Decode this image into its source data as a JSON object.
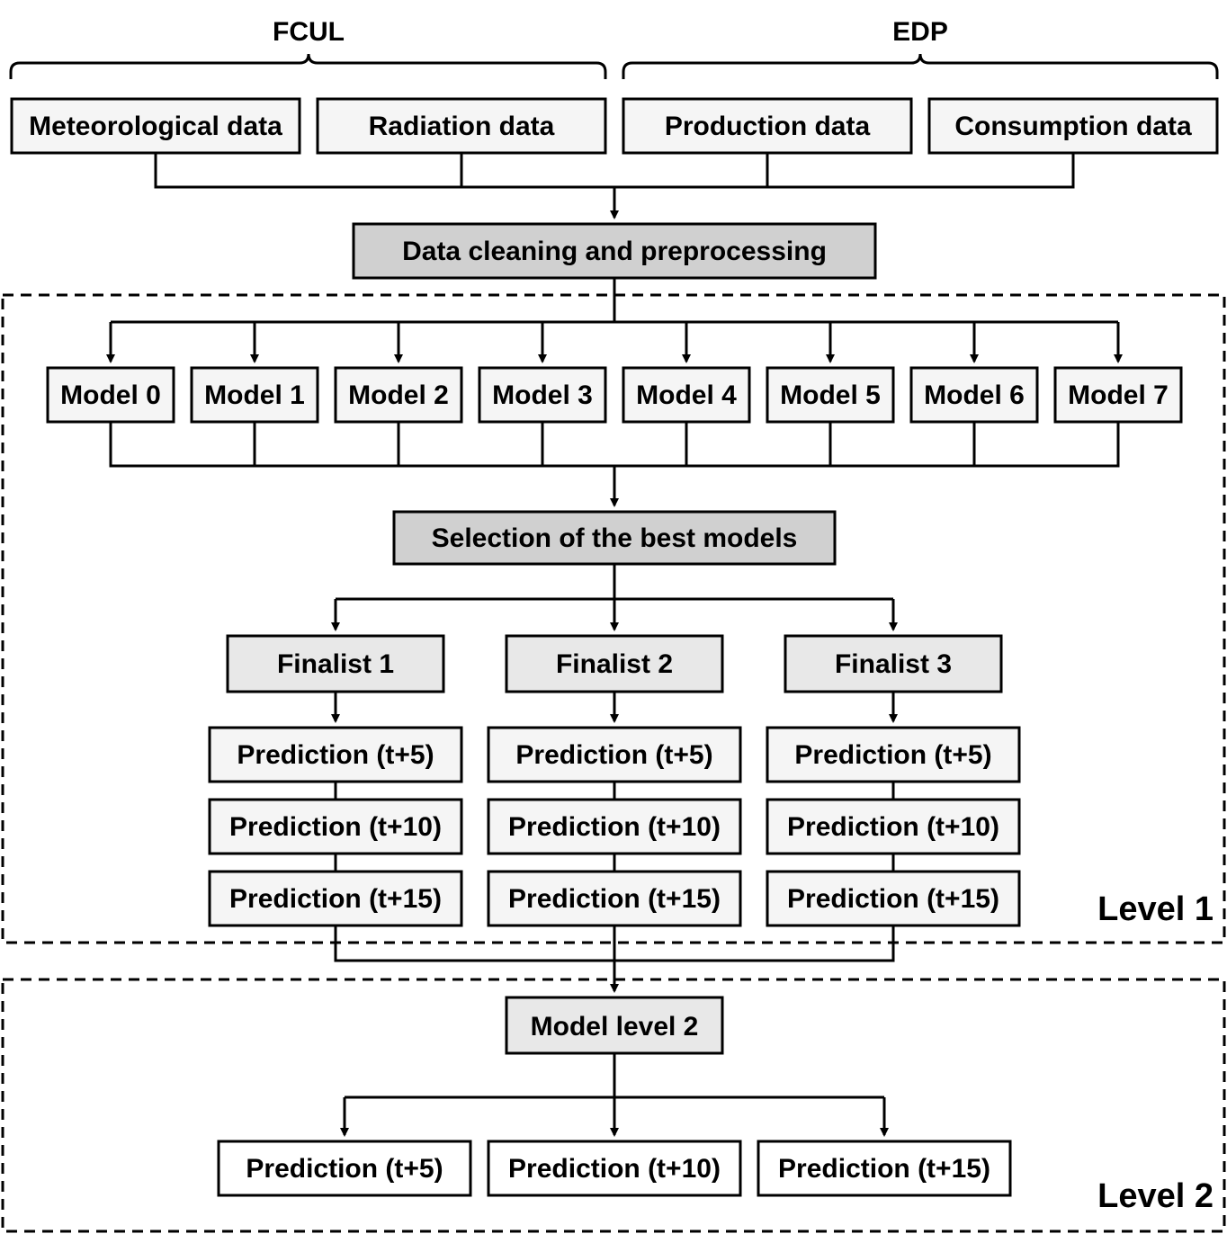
{
  "groups": {
    "fcul": "FCUL",
    "edp": "EDP"
  },
  "sources": [
    "Meteorological data",
    "Radiation data",
    "Production data",
    "Consumption data"
  ],
  "preprocessing": "Data cleaning and preprocessing",
  "models": [
    "Model 0",
    "Model 1",
    "Model 2",
    "Model 3",
    "Model 4",
    "Model 5",
    "Model 6",
    "Model 7"
  ],
  "selection": "Selection of the best models",
  "finalists": [
    "Finalist 1",
    "Finalist 2",
    "Finalist 3"
  ],
  "level1_predictions": [
    "Prediction (t+5)",
    "Prediction (t+10)",
    "Prediction (t+15)"
  ],
  "model_level2": "Model level 2",
  "level2_predictions": [
    "Prediction (t+5)",
    "Prediction (t+10)",
    "Prediction (t+15)"
  ],
  "levels": {
    "level1": "Level 1",
    "level2": "Level 2"
  }
}
